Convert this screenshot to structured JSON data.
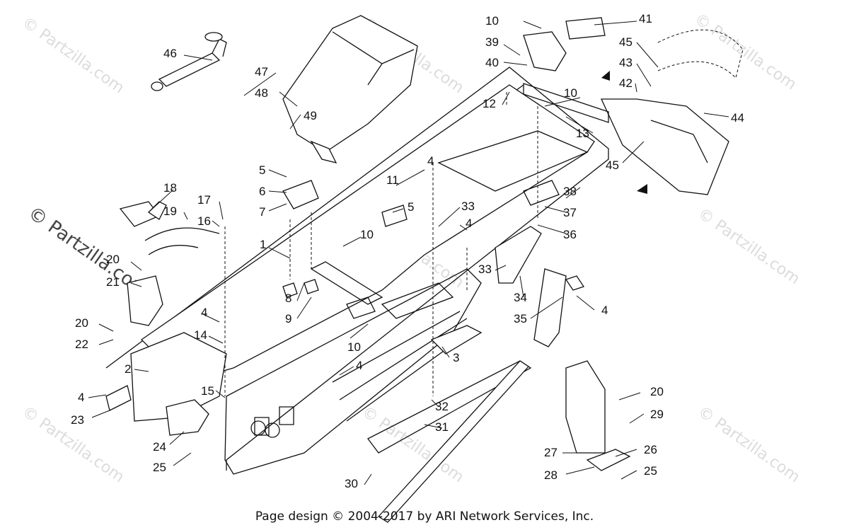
{
  "footer": "Page design © 2004-2017 by ARI Network Services, Inc.",
  "watermark": "© Partzilla.com",
  "callouts": [
    {
      "id": "c1",
      "label": "1"
    },
    {
      "id": "c2",
      "label": "2"
    },
    {
      "id": "c3",
      "label": "3"
    },
    {
      "id": "c4a",
      "label": "4"
    },
    {
      "id": "c4b",
      "label": "4"
    },
    {
      "id": "c4c",
      "label": "4"
    },
    {
      "id": "c4d",
      "label": "4"
    },
    {
      "id": "c4e",
      "label": "4"
    },
    {
      "id": "c4f",
      "label": "4"
    },
    {
      "id": "c5a",
      "label": "5"
    },
    {
      "id": "c5b",
      "label": "5"
    },
    {
      "id": "c6",
      "label": "6"
    },
    {
      "id": "c7",
      "label": "7"
    },
    {
      "id": "c8",
      "label": "8"
    },
    {
      "id": "c9",
      "label": "9"
    },
    {
      "id": "c10a",
      "label": "10"
    },
    {
      "id": "c10b",
      "label": "10"
    },
    {
      "id": "c10c",
      "label": "10"
    },
    {
      "id": "c10d",
      "label": "10"
    },
    {
      "id": "c11",
      "label": "11"
    },
    {
      "id": "c12",
      "label": "12"
    },
    {
      "id": "c13",
      "label": "13"
    },
    {
      "id": "c14",
      "label": "14"
    },
    {
      "id": "c15",
      "label": "15"
    },
    {
      "id": "c16",
      "label": "16"
    },
    {
      "id": "c17",
      "label": "17"
    },
    {
      "id": "c18",
      "label": "18"
    },
    {
      "id": "c19",
      "label": "19"
    },
    {
      "id": "c20a",
      "label": "20"
    },
    {
      "id": "c20b",
      "label": "20"
    },
    {
      "id": "c20c",
      "label": "20"
    },
    {
      "id": "c21",
      "label": "21"
    },
    {
      "id": "c22",
      "label": "22"
    },
    {
      "id": "c23",
      "label": "23"
    },
    {
      "id": "c24",
      "label": "24"
    },
    {
      "id": "c25a",
      "label": "25"
    },
    {
      "id": "c25b",
      "label": "25"
    },
    {
      "id": "c26",
      "label": "26"
    },
    {
      "id": "c27",
      "label": "27"
    },
    {
      "id": "c28",
      "label": "28"
    },
    {
      "id": "c29",
      "label": "29"
    },
    {
      "id": "c30",
      "label": "30"
    },
    {
      "id": "c31",
      "label": "31"
    },
    {
      "id": "c32",
      "label": "32"
    },
    {
      "id": "c33a",
      "label": "33"
    },
    {
      "id": "c33b",
      "label": "33"
    },
    {
      "id": "c34",
      "label": "34"
    },
    {
      "id": "c35",
      "label": "35"
    },
    {
      "id": "c36",
      "label": "36"
    },
    {
      "id": "c37",
      "label": "37"
    },
    {
      "id": "c38",
      "label": "38"
    },
    {
      "id": "c39",
      "label": "39"
    },
    {
      "id": "c40",
      "label": "40"
    },
    {
      "id": "c41",
      "label": "41"
    },
    {
      "id": "c42",
      "label": "42"
    },
    {
      "id": "c43",
      "label": "43"
    },
    {
      "id": "c44",
      "label": "44"
    },
    {
      "id": "c45a",
      "label": "45"
    },
    {
      "id": "c45b",
      "label": "45"
    },
    {
      "id": "c46",
      "label": "46"
    },
    {
      "id": "c47",
      "label": "47"
    },
    {
      "id": "c48",
      "label": "48"
    },
    {
      "id": "c49",
      "label": "49"
    }
  ]
}
